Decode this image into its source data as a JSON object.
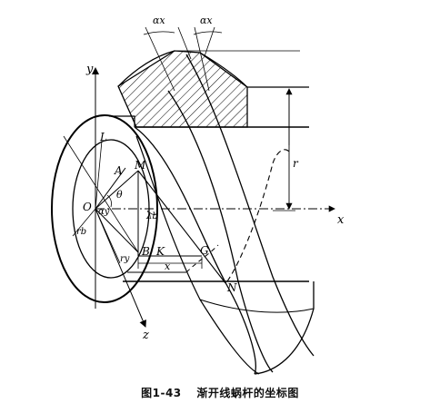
{
  "figure": {
    "labels": {
      "alpha_x_left": "αx",
      "alpha_x_right": "αx",
      "y_axis": "y",
      "x_axis": "x",
      "z_axis": "z",
      "L": "L",
      "A": "A",
      "M": "M",
      "O": "O",
      "theta": "θ",
      "alpha_y": "αy",
      "lambda_b": "λb",
      "r_b": "rb",
      "r_y": "ry",
      "B": "B",
      "K": "K",
      "G": "G",
      "x_dim": "x",
      "N": "N",
      "r": "r"
    },
    "colors": {
      "ink": "#000000",
      "background": "#ffffff"
    }
  },
  "caption": {
    "number": "图1-43",
    "title": "渐开线蜗杆的坐标图"
  }
}
